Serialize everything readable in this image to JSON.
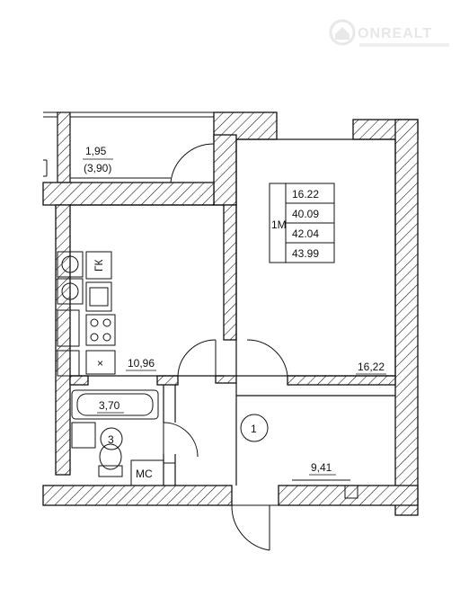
{
  "watermark": {
    "brand": "ONREALT",
    "icon": "house-logo-icon"
  },
  "apartment": {
    "type_code": "1M",
    "area_table": [
      "16.22",
      "40.09",
      "42.04",
      "43.99"
    ]
  },
  "rooms": {
    "balcony": {
      "area": "1,95",
      "area_coef": "(3,90)"
    },
    "kitchen": {
      "area": "10,96",
      "tag": "×"
    },
    "living": {
      "area": "16,22"
    },
    "hall": {
      "area": "9,41",
      "number": "1"
    },
    "bathroom": {
      "area": "3,70",
      "number": "3"
    }
  },
  "fixtures": {
    "boiler_tag": "ГК",
    "shaft_tag": "МС"
  },
  "colors": {
    "ink": "#111111",
    "watermark": "#e2e2e2"
  }
}
